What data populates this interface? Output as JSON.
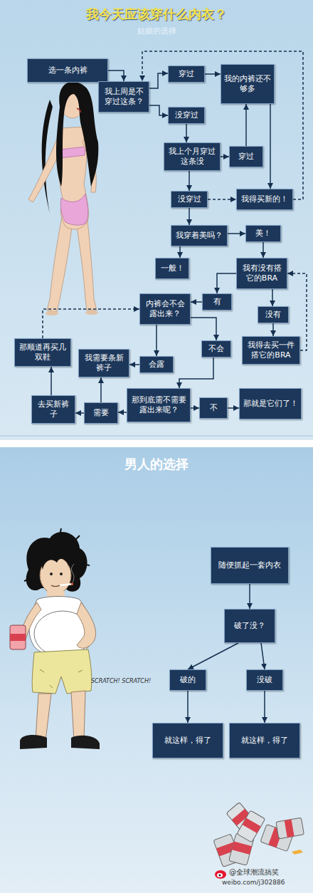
{
  "diagram": {
    "title": "我今天应该穿什么内衣？",
    "nodes": [
      {
        "text": [
          "选一条内裤"
        ]
      },
      {
        "text": [
          "我上周是不穿过这条？"
        ]
      },
      {
        "text": [
          "穿过"
        ]
      },
      {
        "text": [
          "我的内裤还不够多"
        ]
      },
      {
        "text": [
          "没穿过"
        ]
      },
      {
        "text": [
          "我上个月穿过这条没"
        ]
      },
      {
        "text": [
          "穿过"
        ]
      },
      {
        "text": [
          "没穿过"
        ]
      },
      {
        "text": [
          "我得买新的！"
        ]
      },
      {
        "text": [
          "我穿着美吗？"
        ]
      },
      {
        "text": [
          "美！"
        ]
      },
      {
        "text": [
          "一般！"
        ]
      },
      {
        "text": [
          "我有没有搭它的BRA"
        ]
      },
      {
        "text": [
          "有"
        ]
      },
      {
        "text": [
          "内裤会不会露出来？"
        ]
      },
      {
        "text": [
          "没有"
        ]
      },
      {
        "text": [
          "不会"
        ]
      },
      {
        "text": [
          "我得去买一件搭它的BRA"
        ]
      },
      {
        "text": [
          "那顺道再买几双鞋"
        ]
      },
      {
        "text": [
          "我需要条新裤子"
        ]
      },
      {
        "text": [
          "会露"
        ]
      },
      {
        "text": [
          "去买新裤子"
        ]
      },
      {
        "text": [
          "需要"
        ]
      },
      {
        "text": [
          "那到底需不需要露出来呢？"
        ]
      },
      {
        "text": [
          "不"
        ]
      },
      {
        "text": [
          "那就是它们了！"
        ]
      },
      {
        "text": [
          "随便抓起一套内衣"
        ]
      },
      {
        "text": [
          "破了没？"
        ]
      },
      {
        "text": [
          "破的"
        ]
      },
      {
        "text": [
          "没破"
        ]
      },
      {
        "text": [
          "就这样，得了"
        ]
      },
      {
        "text": [
          "就这样，得了"
        ]
      }
    ],
    "edges": [
      {
        "from": 0,
        "to": 1,
        "arrow": "to"
      },
      {
        "from": 1,
        "to": 2,
        "arrow": "to"
      },
      {
        "from": 2,
        "to": 3,
        "arrow": "to"
      },
      {
        "from": 1,
        "to": 4,
        "arrow": "to"
      },
      {
        "from": 4,
        "to": 5,
        "arrow": "to"
      },
      {
        "from": 5,
        "to": 6,
        "arrow": "to"
      },
      {
        "from": 6,
        "to": 3,
        "arrow": "to"
      },
      {
        "from": 5,
        "to": 7,
        "arrow": "to"
      },
      {
        "from": 7,
        "to": 8,
        "arrow": "to"
      },
      {
        "from": 3,
        "to": 8,
        "arrow": "to"
      },
      {
        "from": 8,
        "to": 1,
        "arrow": "to"
      },
      {
        "from": 7,
        "to": 9,
        "arrow": "to"
      },
      {
        "from": 9,
        "to": 10,
        "arrow": "to"
      },
      {
        "from": 9,
        "to": 11,
        "arrow": "to"
      },
      {
        "from": 10,
        "to": 12,
        "arrow": "to"
      },
      {
        "from": 12,
        "to": 13,
        "arrow": "to"
      },
      {
        "from": 12,
        "to": 15,
        "arrow": "to"
      },
      {
        "from": 13,
        "to": 14,
        "arrow": "to"
      },
      {
        "from": 14,
        "to": 16,
        "arrow": "to"
      },
      {
        "from": 14,
        "to": 20,
        "arrow": "to"
      },
      {
        "from": 15,
        "to": 17,
        "arrow": "to"
      },
      {
        "from": 17,
        "to": 12,
        "arrow": "to"
      },
      {
        "from": 16,
        "to": 23,
        "arrow": "to"
      },
      {
        "from": 20,
        "to": 19,
        "arrow": "to"
      },
      {
        "from": 23,
        "to": 22,
        "arrow": "to"
      },
      {
        "from": 22,
        "to": 19,
        "arrow": "to"
      },
      {
        "from": 22,
        "to": 21,
        "arrow": "to"
      },
      {
        "from": 21,
        "to": 18,
        "arrow": "to"
      },
      {
        "from": 18,
        "to": 14,
        "arrow": "to"
      },
      {
        "from": 23,
        "to": 24,
        "arrow": "to"
      },
      {
        "from": 24,
        "to": 25,
        "arrow": "to"
      },
      {
        "from": 26,
        "to": 27,
        "arrow": "to"
      },
      {
        "from": 27,
        "to": 28,
        "arrow": "to"
      },
      {
        "from": 27,
        "to": 29,
        "arrow": "to"
      },
      {
        "from": 28,
        "to": 30,
        "arrow": "to"
      },
      {
        "from": 29,
        "to": 31,
        "arrow": "to"
      }
    ],
    "labels": [
      "姑娘的选择",
      "男人的选择",
      "SCRATCH! SCRATCH!",
      "@全球潮流搞笑",
      "weibo.com/j302886"
    ]
  }
}
